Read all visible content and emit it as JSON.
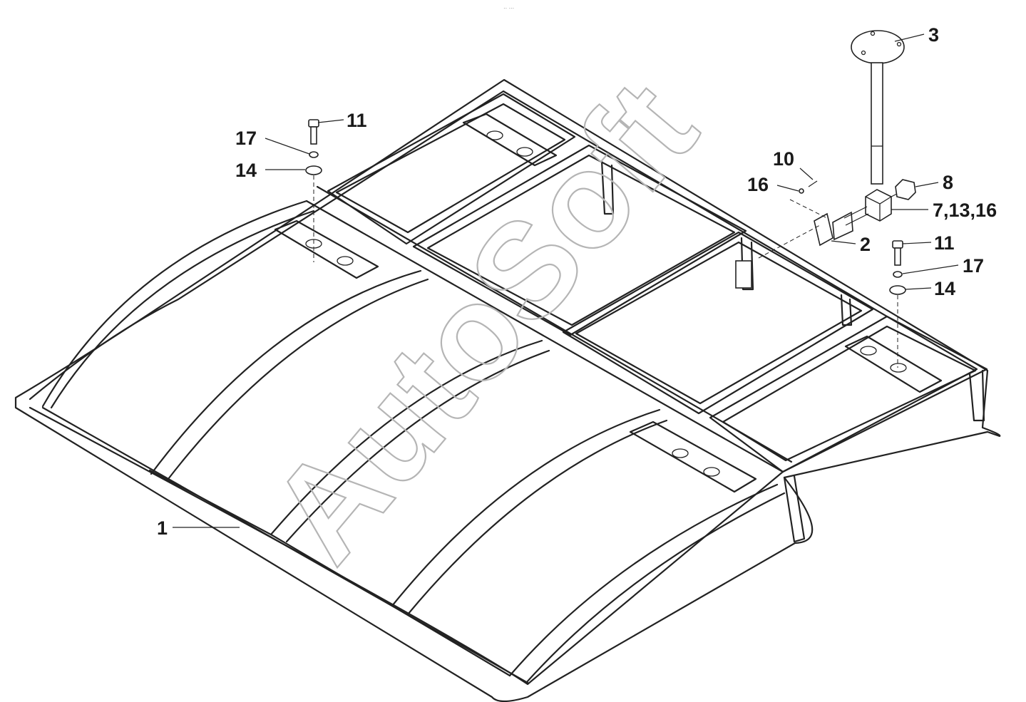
{
  "watermark": "AutoSoft",
  "top_mark": "∙∙ ∙∙∙",
  "callouts": {
    "c1": "1",
    "c2": "2",
    "c3": "3",
    "c8": "8",
    "c10": "10",
    "c7_13_16": "7,13,16",
    "c16": "16",
    "c11_left": "11",
    "c17_left": "17",
    "c14_left": "14",
    "c11_right": "11",
    "c17_right": "17",
    "c14_right": "14"
  }
}
